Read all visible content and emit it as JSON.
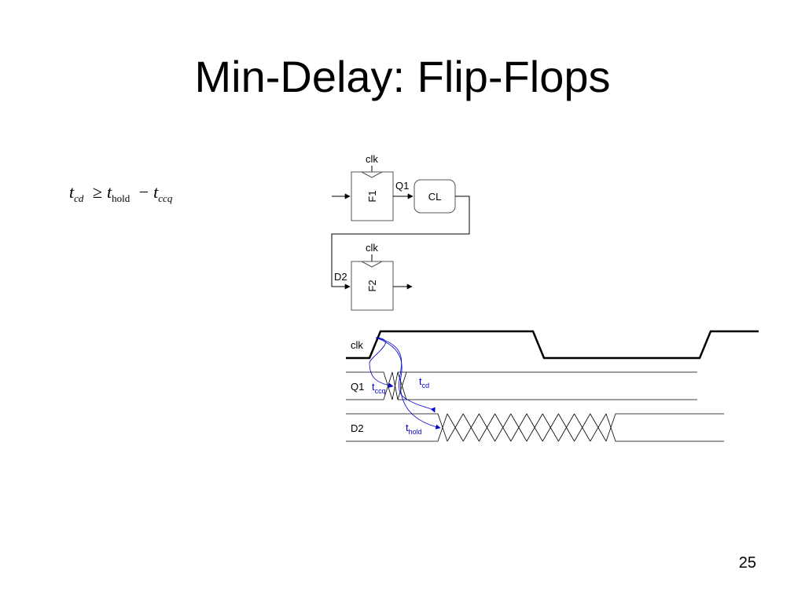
{
  "slide": {
    "title": "Min-Delay: Flip-Flops",
    "page_number": "25"
  },
  "formula": {
    "lhs_var": "t",
    "lhs_sub": "cd",
    "relation": "≥",
    "rhs1_var": "t",
    "rhs1_sub": "hold",
    "operator": "−",
    "rhs2_var": "t",
    "rhs2_sub": "ccq"
  },
  "circuit": {
    "clk_label_1": "clk",
    "clk_label_2": "clk",
    "ff1_label": "F1",
    "ff2_label": "F2",
    "q1_label": "Q1",
    "cl_label": "CL",
    "d2_label": "D2"
  },
  "timing": {
    "clk_label": "clk",
    "q1_label": "Q1",
    "d2_label": "D2",
    "tccq_var": "t",
    "tccq_sub": "ccq",
    "tcd_var": "t",
    "tcd_sub": "cd",
    "thold_var": "t",
    "thold_sub": "hold"
  },
  "colors": {
    "annotation": "#0000cc",
    "line": "#000000",
    "box_stroke": "#555555"
  }
}
